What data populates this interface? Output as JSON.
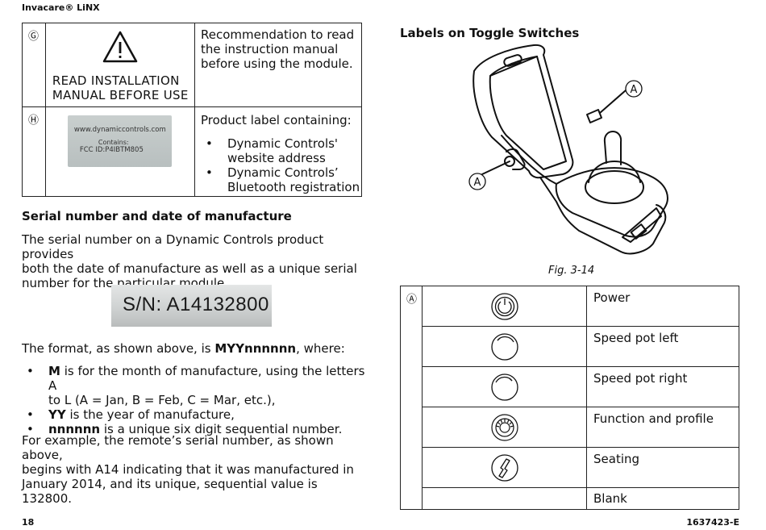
{
  "header": {
    "brand": "Invacare® LiNX"
  },
  "left_table": {
    "rows": [
      {
        "letter": "Ⓖ",
        "icon": "warning-triangle-icon",
        "symbol_text": "READ INSTALLATION MANUAL BEFORE USE",
        "symbol_lines": [
          "READ INSTALLATION",
          "MANUAL BEFORE USE"
        ],
        "description_lines": [
          "Recommendation to read",
          "the instruction manual",
          "before using the module."
        ]
      },
      {
        "letter": "Ⓗ",
        "label_image": {
          "line1": "www.dynamiccontrols.com",
          "line2": "Contains:",
          "line3": "FCC ID:P4IBTM805"
        },
        "description_intro": "Product label containing:",
        "bullets": [
          [
            "Dynamic Controls'",
            "website address"
          ],
          [
            "Dynamic Controls’",
            "Bluetooth registration"
          ]
        ]
      }
    ]
  },
  "serial_section": {
    "heading": "Serial number and date of manufacture",
    "intro_lines": [
      "The serial number on a Dynamic Controls product provides",
      "both the date of manufacture as well as a unique serial",
      "number for the particular module."
    ],
    "sn_image_text": "S/N: A14132800",
    "format_prefix": "The format, as shown above, is ",
    "format_code": "MYYnnnnnn",
    "format_suffix": ", where:",
    "bullets": [
      {
        "bold": "M",
        "lines": [
          " is for the month of manufacture, using the letters A",
          "to L (A = Jan, B = Feb, C = Mar, etc.),"
        ]
      },
      {
        "bold": "YY",
        "lines": [
          " is the year of manufacture,"
        ]
      },
      {
        "bold": "nnnnnn",
        "lines": [
          " is a unique six digit sequential number."
        ]
      }
    ],
    "example_lines": [
      "For example, the remote’s serial number, as shown above,",
      "begins with A14 indicating that it was manufactured in",
      "January 2014, and its unique, sequential value is 132800."
    ]
  },
  "right": {
    "heading": "Labels on Toggle Switches",
    "figure_marker": "Ⓐ",
    "figure_caption": "Fig.  3-14",
    "table": {
      "letter": "Ⓐ",
      "rows": [
        {
          "icon": "power-icon",
          "label": "Power"
        },
        {
          "icon": "speed-pot-left-icon",
          "label": "Speed  pot  left"
        },
        {
          "icon": "speed-pot-right-icon",
          "label": "Speed  pot  right"
        },
        {
          "icon": "function-profile-icon",
          "label": "Function  and  profile"
        },
        {
          "icon": "seating-icon",
          "label": "Seating"
        },
        {
          "icon": "",
          "label": "Blank"
        }
      ]
    }
  },
  "footer": {
    "page_number": "18",
    "doc_code": "1637423-E"
  }
}
